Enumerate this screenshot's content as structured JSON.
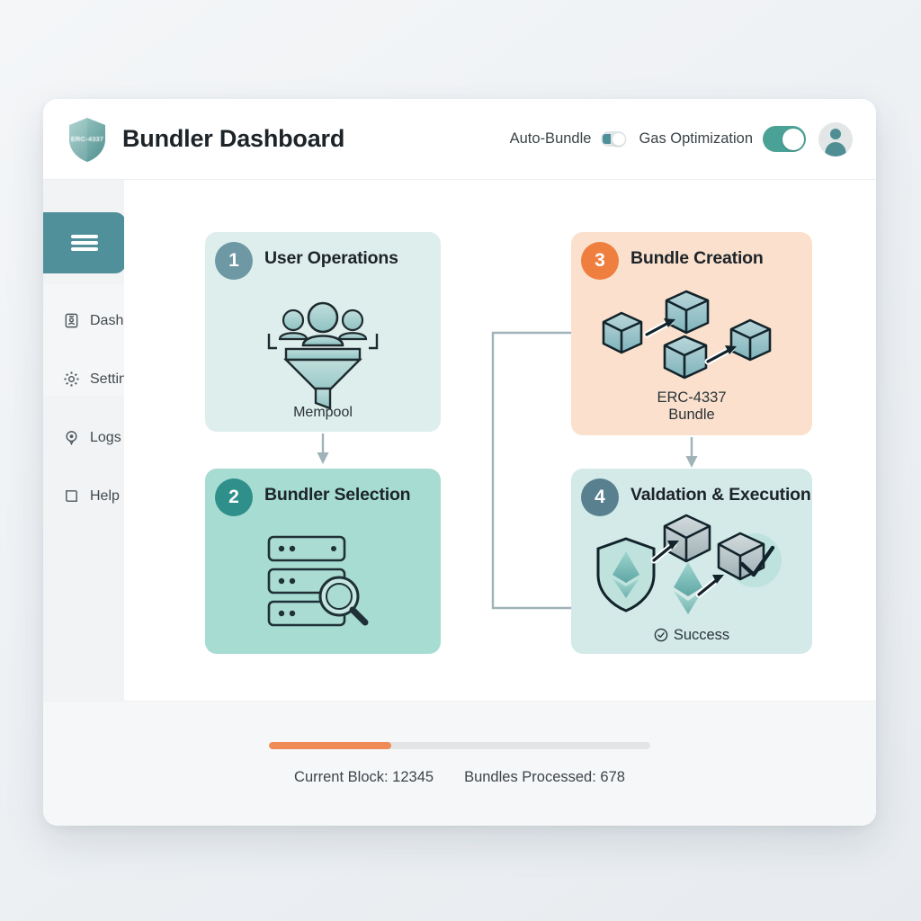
{
  "header": {
    "logo_text": "ERC-4337",
    "logo_icon": "shield-icon",
    "title": "Bundler Dashboard",
    "controls": [
      {
        "label": "Auto-Bundle",
        "state": "off",
        "icon": "toggle-switch-icon"
      },
      {
        "label": "Gas Optimization",
        "state": "on",
        "icon": "toggle-switch-icon"
      }
    ],
    "avatar_icon": "user-avatar-icon"
  },
  "sidebar": {
    "menu_icon": "hamburger-menu-icon",
    "items": [
      {
        "label": "Dashboard",
        "icon": "id-card-icon"
      },
      {
        "label": "Settings",
        "icon": "gear-icon"
      },
      {
        "label": "Logs",
        "icon": "target-pin-icon"
      },
      {
        "label": "Help",
        "icon": "square-outline-icon"
      }
    ]
  },
  "flow": {
    "cards": [
      {
        "number": "1",
        "title": "User Operations",
        "caption": "Mempool",
        "art_icon": "users-funnel-icon",
        "bg": "#ddeeec",
        "badge_color": "#6d98a4"
      },
      {
        "number": "2",
        "title": "Bundler Selection",
        "caption": "",
        "art_icon": "server-search-icon",
        "bg": "#a6dcd2",
        "badge_color": "#2f8f8a"
      },
      {
        "number": "3",
        "title": "Bundle Creation",
        "caption": "ERC-4337\nBundle",
        "caption_line1": "ERC-4337",
        "caption_line2": "Bundle",
        "art_icon": "linked-cubes-icon",
        "bg": "#fae0cd",
        "badge_color": "#ef7f3f"
      },
      {
        "number": "4",
        "title": "Valdation & Execution",
        "caption": "Success",
        "caption_icon": "check-circle-icon",
        "art_icon": "shield-ethereum-check-icon",
        "bg": "#d3eae8",
        "badge_color": "#58808f"
      }
    ],
    "connector_icon": "flow-arrow-icon"
  },
  "footer": {
    "progress_percent": 32,
    "progress_color": "#ef8c56",
    "stats": [
      {
        "label": "Current Block: 12345"
      },
      {
        "label": "Bundles Processed: 678"
      }
    ]
  }
}
